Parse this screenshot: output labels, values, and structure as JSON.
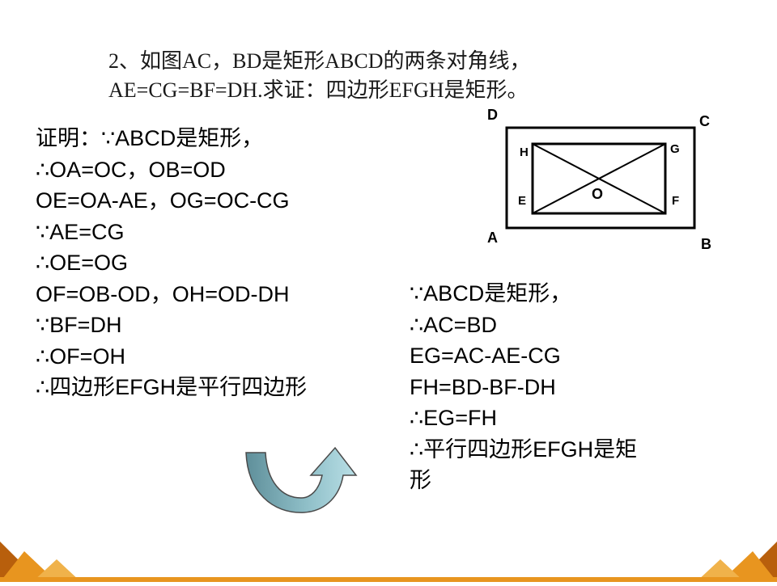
{
  "problem": {
    "line1": "2、如图AC，BD是矩形ABCD的两条对角线，",
    "line2": "AE=CG=BF=DH.求证：四边形EFGH是矩形。"
  },
  "proof_left": [
    "证明：∵ABCD是矩形，",
    "∴OA=OC，OB=OD",
    "OE=OA-AE，OG=OC-CG",
    "∵AE=CG",
    "∴OE=OG",
    "OF=OB-OD，OH=OD-DH",
    "∵BF=DH",
    "∴OF=OH",
    "∴四边形EFGH是平行四边形"
  ],
  "proof_right": [
    "∵ABCD是矩形，",
    "∴AC=BD",
    "EG=AC-AE-CG",
    "FH=BD-BF-DH",
    "∴EG=FH",
    "∴平行四边形EFGH是矩",
    "形"
  ],
  "figure": {
    "label_D": "D",
    "label_C": "C",
    "label_A": "A",
    "label_B": "B",
    "label_H": "H",
    "label_G": "G",
    "label_E": "E",
    "label_F": "F",
    "label_O": "O"
  },
  "colors": {
    "arrow_dark": "#5f8f9a",
    "arrow_light": "#b9dfe6",
    "footer_orange": "#e8951f",
    "footer_dark": "#b85f0c"
  },
  "icons": {
    "navigation": "curved-arrow-icon"
  }
}
